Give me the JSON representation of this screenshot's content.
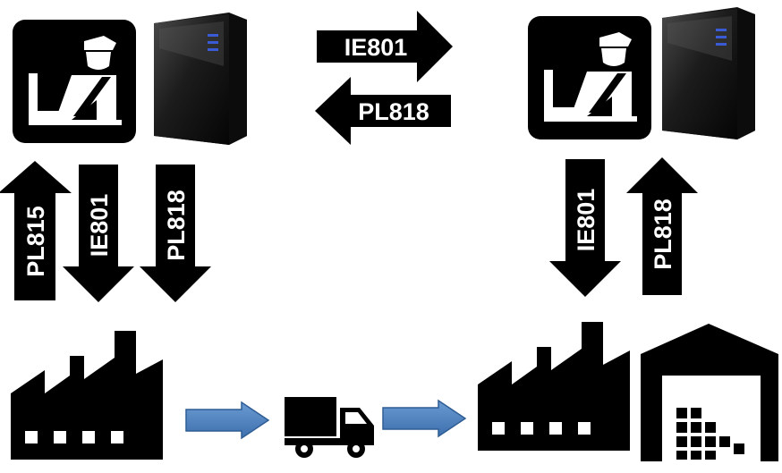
{
  "labels": {
    "top_right_arrow": "IE801",
    "top_left_arrow": "PL818",
    "left_up_arrow": "PL815",
    "left_down_arrow_1": "IE801",
    "left_down_arrow_2": "PL818",
    "right_down_arrow": "IE801",
    "right_up_arrow": "PL818"
  },
  "icons": {
    "customs_officer": "customs-officer-icon",
    "server": "server-icon",
    "factory": "factory-icon",
    "truck": "delivery-truck-icon",
    "warehouse": "warehouse-icon",
    "flow_arrow": "right-arrow-icon"
  },
  "colors": {
    "icon": "#000000",
    "flow_arrow": "#4f81bd",
    "label_text": "#ffffff",
    "server_led": "#3b5bd6"
  }
}
